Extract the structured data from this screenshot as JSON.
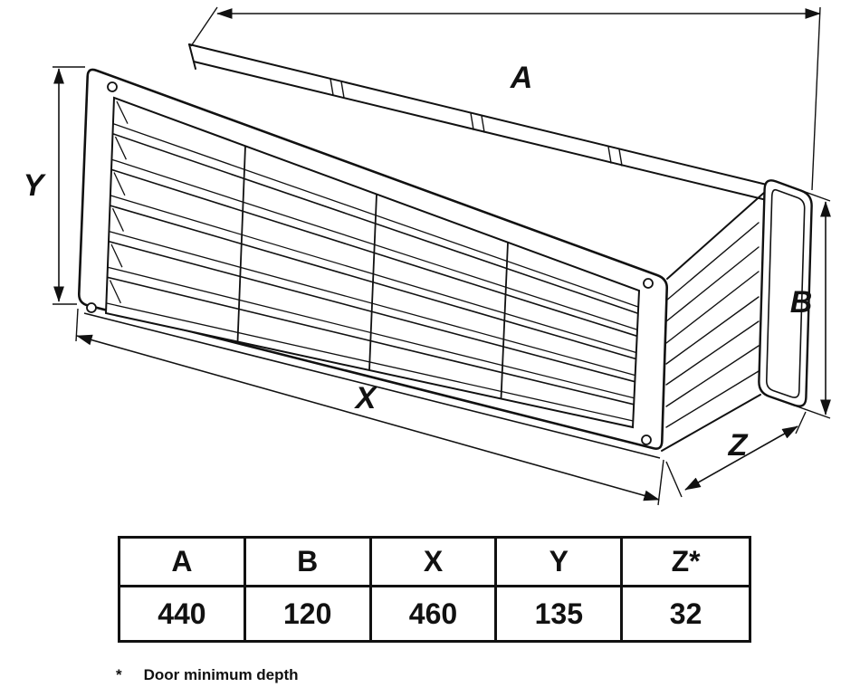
{
  "drawing": {
    "dim_labels": {
      "a": "A",
      "b": "B",
      "x": "X",
      "y": "Y",
      "z": "Z"
    }
  },
  "spec_table": {
    "headers": [
      "A",
      "B",
      "X",
      "Y",
      "Z*"
    ],
    "values": [
      "440",
      "120",
      "460",
      "135",
      "32"
    ]
  },
  "footnote": {
    "marker": "*",
    "text": "Door minimum depth"
  },
  "colors": {
    "line": "#111111",
    "background": "#ffffff"
  }
}
